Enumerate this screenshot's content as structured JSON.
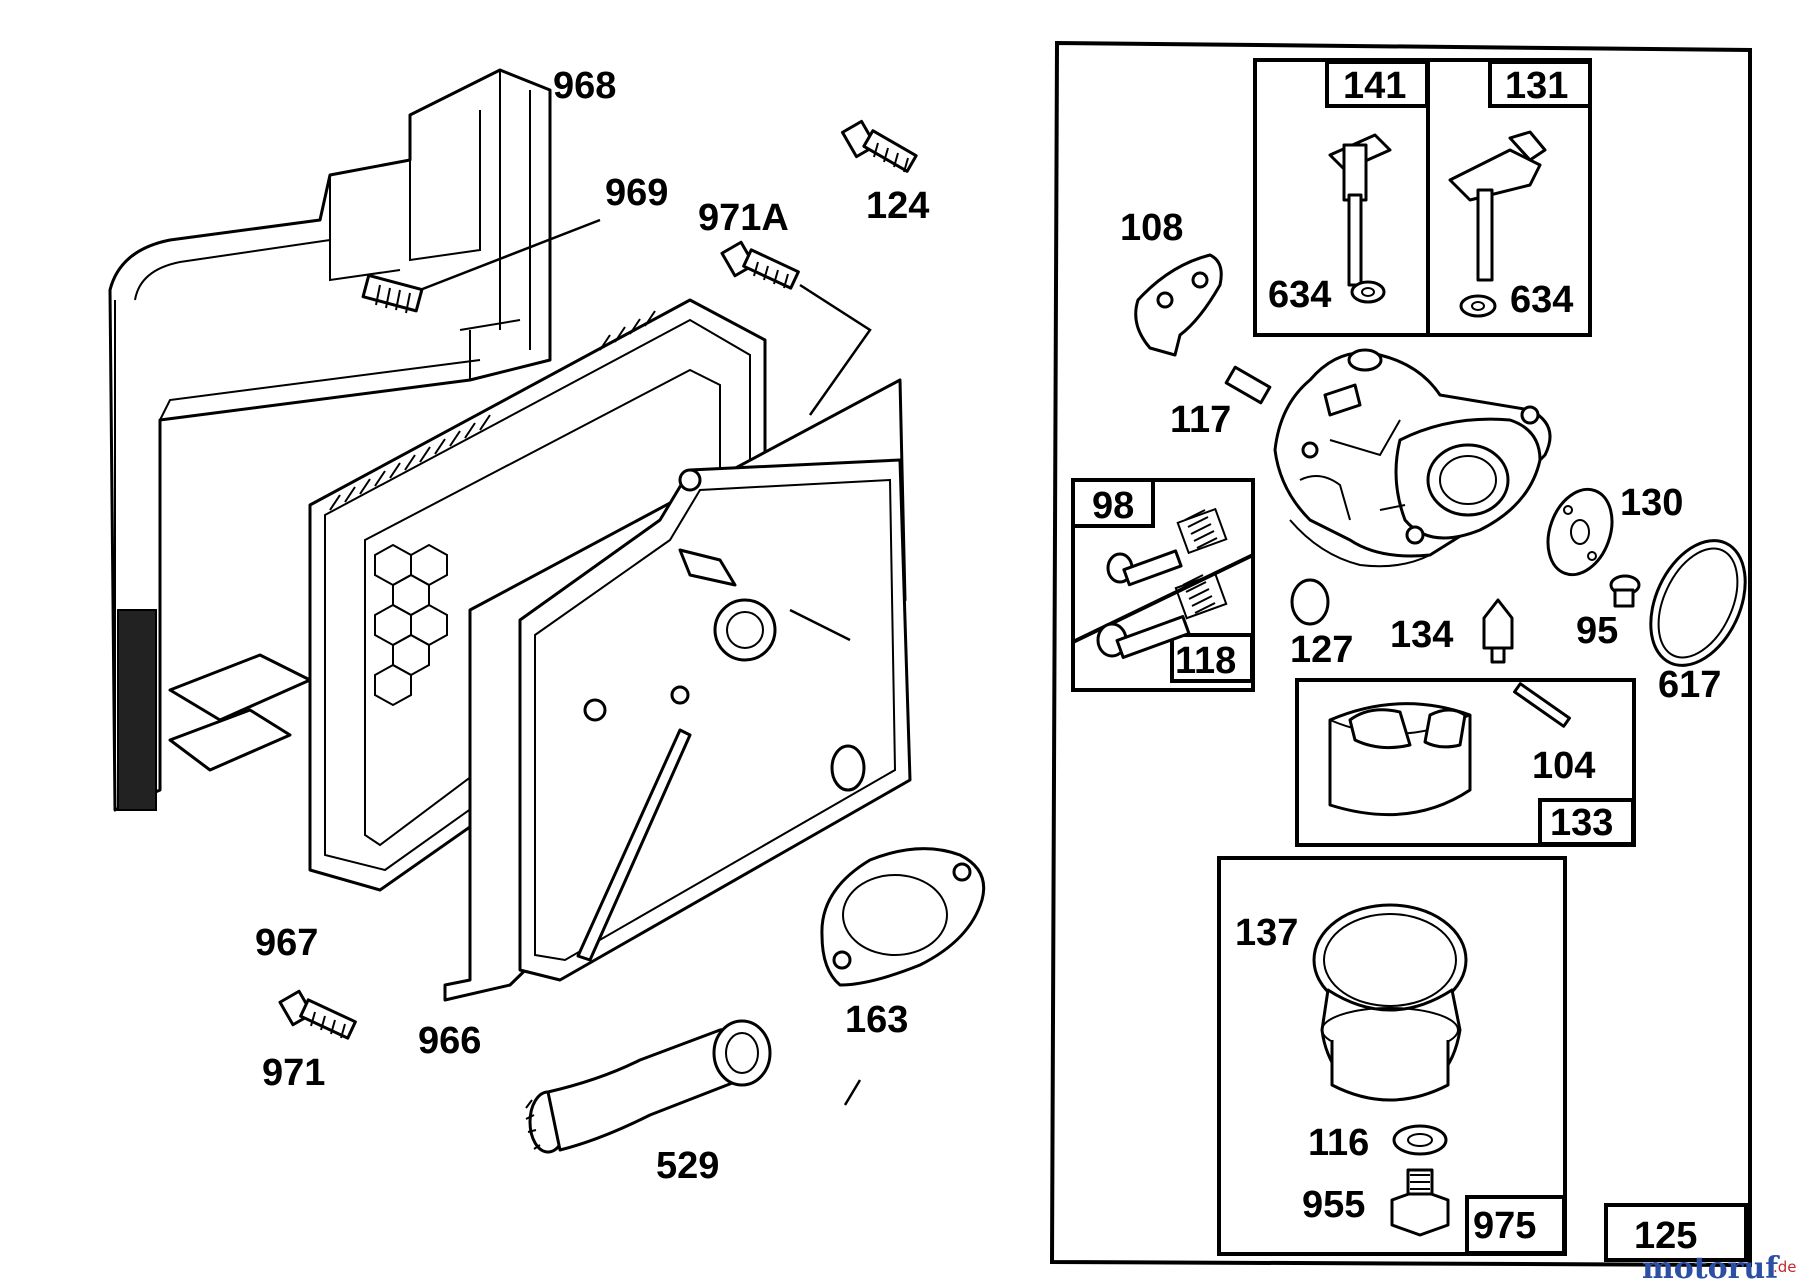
{
  "labels": {
    "p968": "968",
    "p969": "969",
    "p971a": "971A",
    "p124": "124",
    "p967": "967",
    "p971": "971",
    "p966": "966",
    "p163": "163",
    "p529": "529",
    "p108": "108",
    "p117": "117",
    "p634a": "634",
    "p634b": "634",
    "p130": "130",
    "p127": "127",
    "p134": "134",
    "p95": "95",
    "p617": "617",
    "p104": "104",
    "p137": "137",
    "p116": "116",
    "p955": "955"
  },
  "boxes": {
    "b141": "141",
    "b131": "131",
    "b98": "98",
    "b118": "118",
    "b133": "133",
    "b975": "975",
    "b125": "125"
  },
  "watermark": {
    "brand": "motoruf",
    "suffix": ".de"
  },
  "colors": {
    "ink": "#000000",
    "paper": "#ffffff",
    "watermark_blue": "#2b4fa3",
    "watermark_red": "#c8262c"
  }
}
